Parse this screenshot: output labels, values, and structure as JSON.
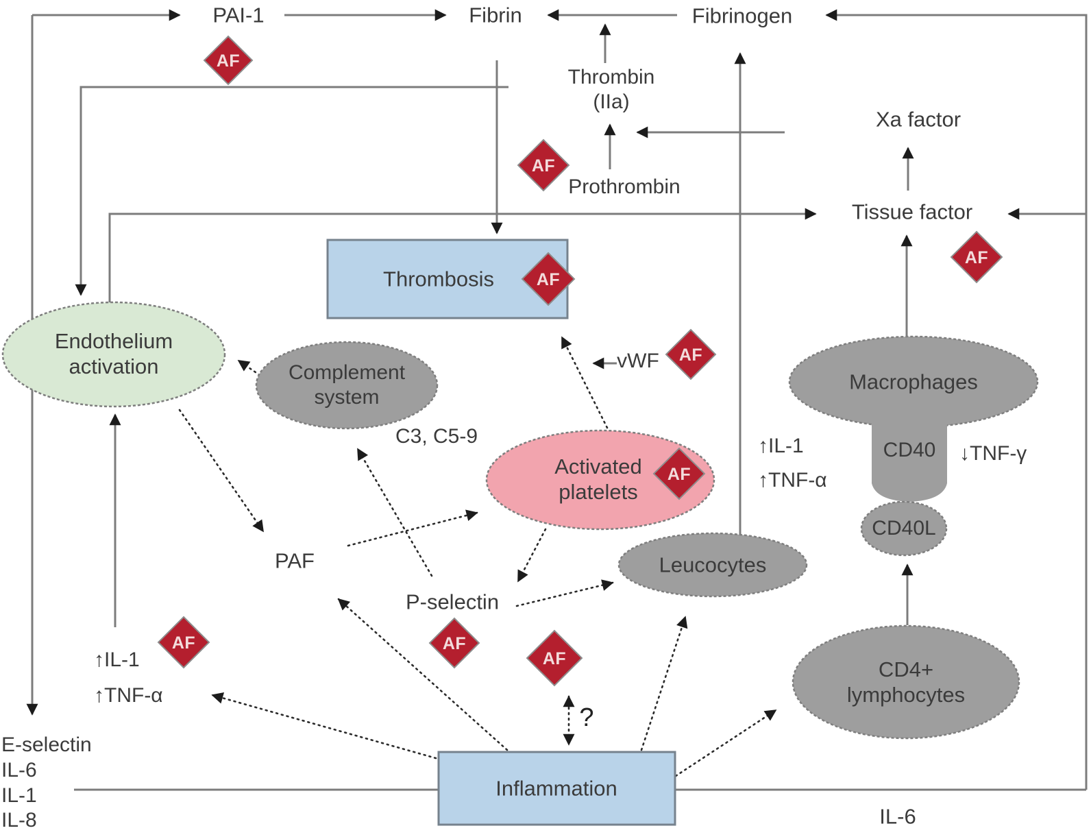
{
  "diagram": {
    "af_badge": "AF",
    "nodes": {
      "pai1": "PAI-1",
      "fibrin": "Fibrin",
      "fibrinogen": "Fibrinogen",
      "thrombin": "Thrombin\n(IIa)",
      "prothrombin": "Prothrombin",
      "xa_factor": "Xa factor",
      "tissue_factor": "Tissue factor",
      "thrombosis": "Thrombosis",
      "endothelium": "Endothelium\nactivation",
      "complement": "Complement\nsystem",
      "c3_c59": "C3, C5-9",
      "activated_platelets": "Activated\nplatelets",
      "vwf": "vWF",
      "leucocytes": "Leucocytes",
      "macrophages": "Macrophages",
      "cd40": "CD40",
      "cd40l": "CD40L",
      "cd4_lymphocytes": "CD4+\nlymphocytes",
      "il1_up_right": "↑IL-1",
      "tnf_alpha_up_right": "↑TNF-α",
      "tnf_gamma_down": "↓TNF-γ",
      "paf": "PAF",
      "p_selectin": "P-selectin",
      "il1_up_left": "↑IL-1",
      "tnf_alpha_up_left": "↑TNF-α",
      "e_selectin": "E-selectin",
      "il6_left": "IL-6",
      "il1_left": "IL-1",
      "il8_left": "IL-8",
      "inflammation": "Inflammation",
      "question": "?",
      "il6_bottom": "IL-6"
    },
    "colors": {
      "process_box": "#b9d3e9",
      "endothelium_fill": "#d9e9d4",
      "cell_gray": "#9e9e9e",
      "platelets_pink": "#f2a4ae",
      "af_diamond": "#b41f2e",
      "af_text": "#f3dcdc"
    }
  }
}
